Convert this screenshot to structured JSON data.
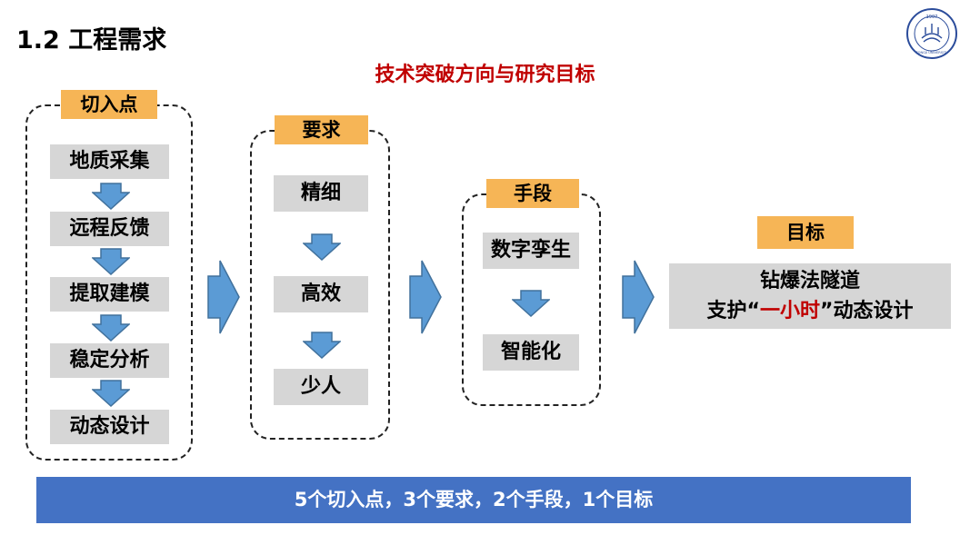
{
  "header": {
    "title": "1.2 工程需求",
    "subtitle": "技术突破方向与研究目标",
    "logo": {
      "icon": "university-seal-icon",
      "year": "1907",
      "text": "TONGJI UNIVERSITY"
    }
  },
  "stages": [
    {
      "label": "切入点",
      "items": [
        "地质采集",
        "远程反馈",
        "提取建模",
        "稳定分析",
        "动态设计"
      ]
    },
    {
      "label": "要求",
      "items": [
        "精细",
        "高效",
        "少人"
      ]
    },
    {
      "label": "手段",
      "items": [
        "数字孪生",
        "智能化"
      ]
    }
  ],
  "goal": {
    "label": "目标",
    "line1": "钻爆法隧道",
    "line2_prefix": "支护",
    "open_quote": "“",
    "highlight": "一小时",
    "close_quote": "”",
    "line2_suffix": "动态设计"
  },
  "summary": "5个切入点，3个要求，2个手段，1个目标",
  "colors": {
    "label_fill": "#f6b556",
    "item_fill": "#d6d6d6",
    "arrow_fill": "#5b9bd5",
    "arrow_stroke": "#41719c",
    "banner_fill": "#4472c4",
    "highlight": "#c00000"
  }
}
